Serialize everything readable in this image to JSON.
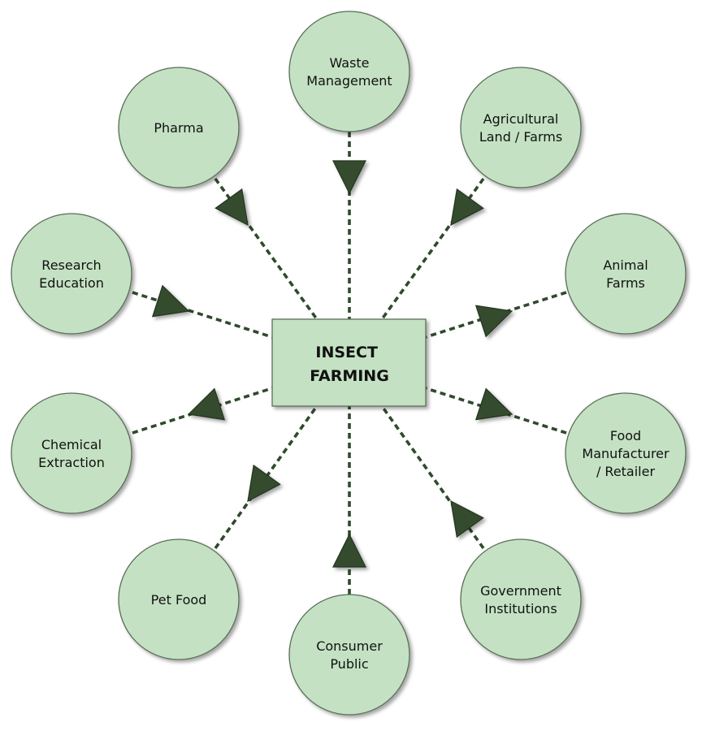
{
  "center": {
    "lines": [
      "INSECT",
      "FARMING"
    ]
  },
  "nodes": [
    {
      "id": "waste-management",
      "lines": [
        "Waste",
        "Management"
      ],
      "flow": "to-center"
    },
    {
      "id": "agricultural-land-farms",
      "lines": [
        "Agricultural",
        "Land / Farms"
      ],
      "flow": "to-center"
    },
    {
      "id": "animal-farms",
      "lines": [
        "Animal",
        "Farms"
      ],
      "flow": "from-center"
    },
    {
      "id": "food-manufacturer-retailer",
      "lines": [
        "Food",
        "Manufacturer",
        "/ Retailer"
      ],
      "flow": "from-center"
    },
    {
      "id": "government-institutions",
      "lines": [
        "Government",
        "Institutions"
      ],
      "flow": "to-center"
    },
    {
      "id": "consumer-public",
      "lines": [
        "Consumer",
        "Public"
      ],
      "flow": "to-center"
    },
    {
      "id": "pet-food",
      "lines": [
        "Pet Food"
      ],
      "flow": "from-center"
    },
    {
      "id": "chemical-extraction",
      "lines": [
        "Chemical",
        "Extraction"
      ],
      "flow": "from-center"
    },
    {
      "id": "research-education",
      "lines": [
        "Research",
        "Education"
      ],
      "flow": "to-center"
    },
    {
      "id": "pharma",
      "lines": [
        "Pharma"
      ],
      "flow": "to-center"
    }
  ],
  "colors": {
    "node_fill": "#c4e2c3",
    "node_stroke": "#5a6e57",
    "connector": "#2f4a2c",
    "arrowhead": "#344b2f"
  }
}
